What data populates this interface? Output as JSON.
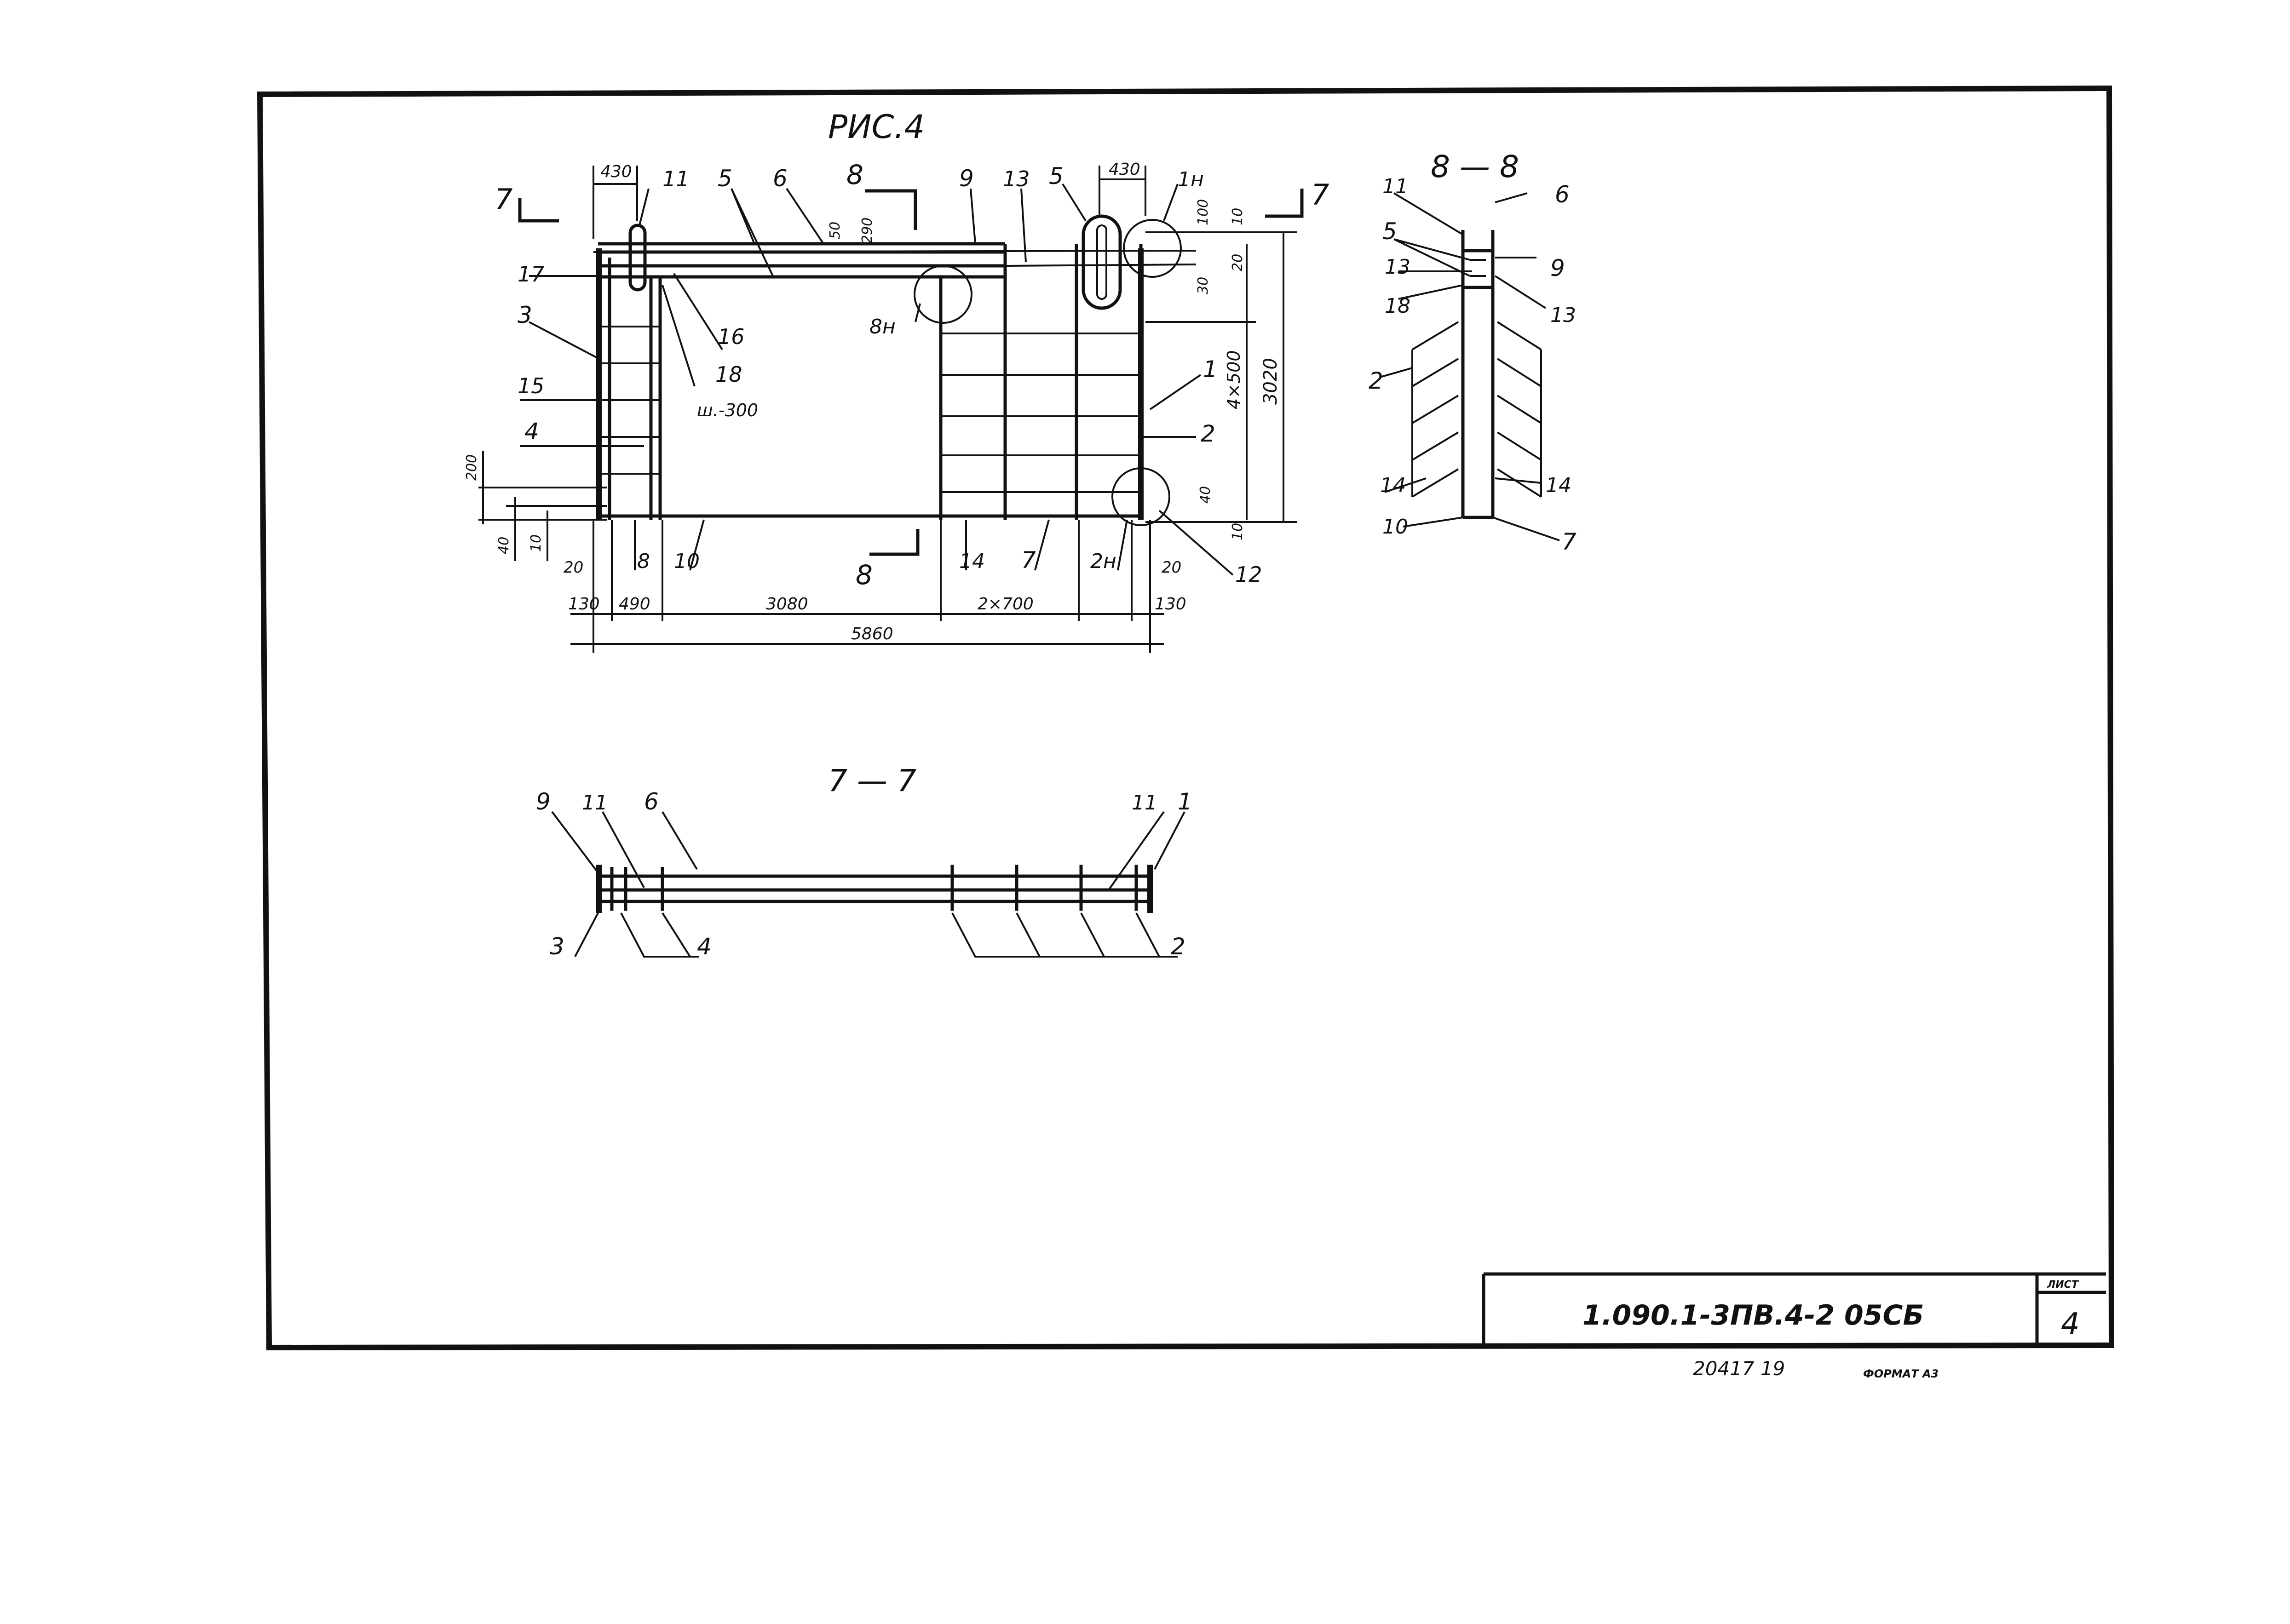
{
  "figure": {
    "title": "РИС.4",
    "main_view": {
      "section_marks": [
        "7",
        "7",
        "8",
        "8"
      ],
      "top_dims": [
        "430",
        "430"
      ],
      "right_small_dims": [
        "50",
        "290",
        "100",
        "10",
        "20",
        "30"
      ],
      "right_dims": [
        "4×500",
        "3020",
        "40",
        "10"
      ],
      "left_dims": [
        "200",
        "40",
        "10",
        "20"
      ],
      "bottom_dims": [
        "130",
        "490",
        "3080",
        "2×700",
        "20",
        "130",
        "5860"
      ],
      "callouts_top": [
        "11",
        "5",
        "6",
        "9",
        "13",
        "5",
        "1н"
      ],
      "callouts_left": [
        "17",
        "3",
        "15",
        "4"
      ],
      "callouts_inner": [
        "16",
        "18",
        "ш.-300",
        "8н"
      ],
      "callouts_right": [
        "1",
        "2"
      ],
      "callouts_bottom": [
        "8",
        "10",
        "14",
        "7",
        "2н",
        "12"
      ]
    },
    "section_8": {
      "title": "8 — 8",
      "labels_left": [
        "11",
        "5",
        "13",
        "18",
        "2",
        "14",
        "10"
      ],
      "labels_right": [
        "6",
        "9",
        "13",
        "14",
        "7"
      ]
    },
    "section_7": {
      "title": "7 — 7",
      "labels_top": [
        "9",
        "11",
        "6",
        "11",
        "1"
      ],
      "labels_bottom": [
        "3",
        "4",
        "2"
      ]
    }
  },
  "title_block": {
    "designation": "1.090.1-3ПВ.4-2   05СБ",
    "sheet_label": "ЛИСТ",
    "sheet_number": "4"
  },
  "footer": {
    "inventory": "20417   19",
    "format": "ФОРМАТ А3"
  }
}
